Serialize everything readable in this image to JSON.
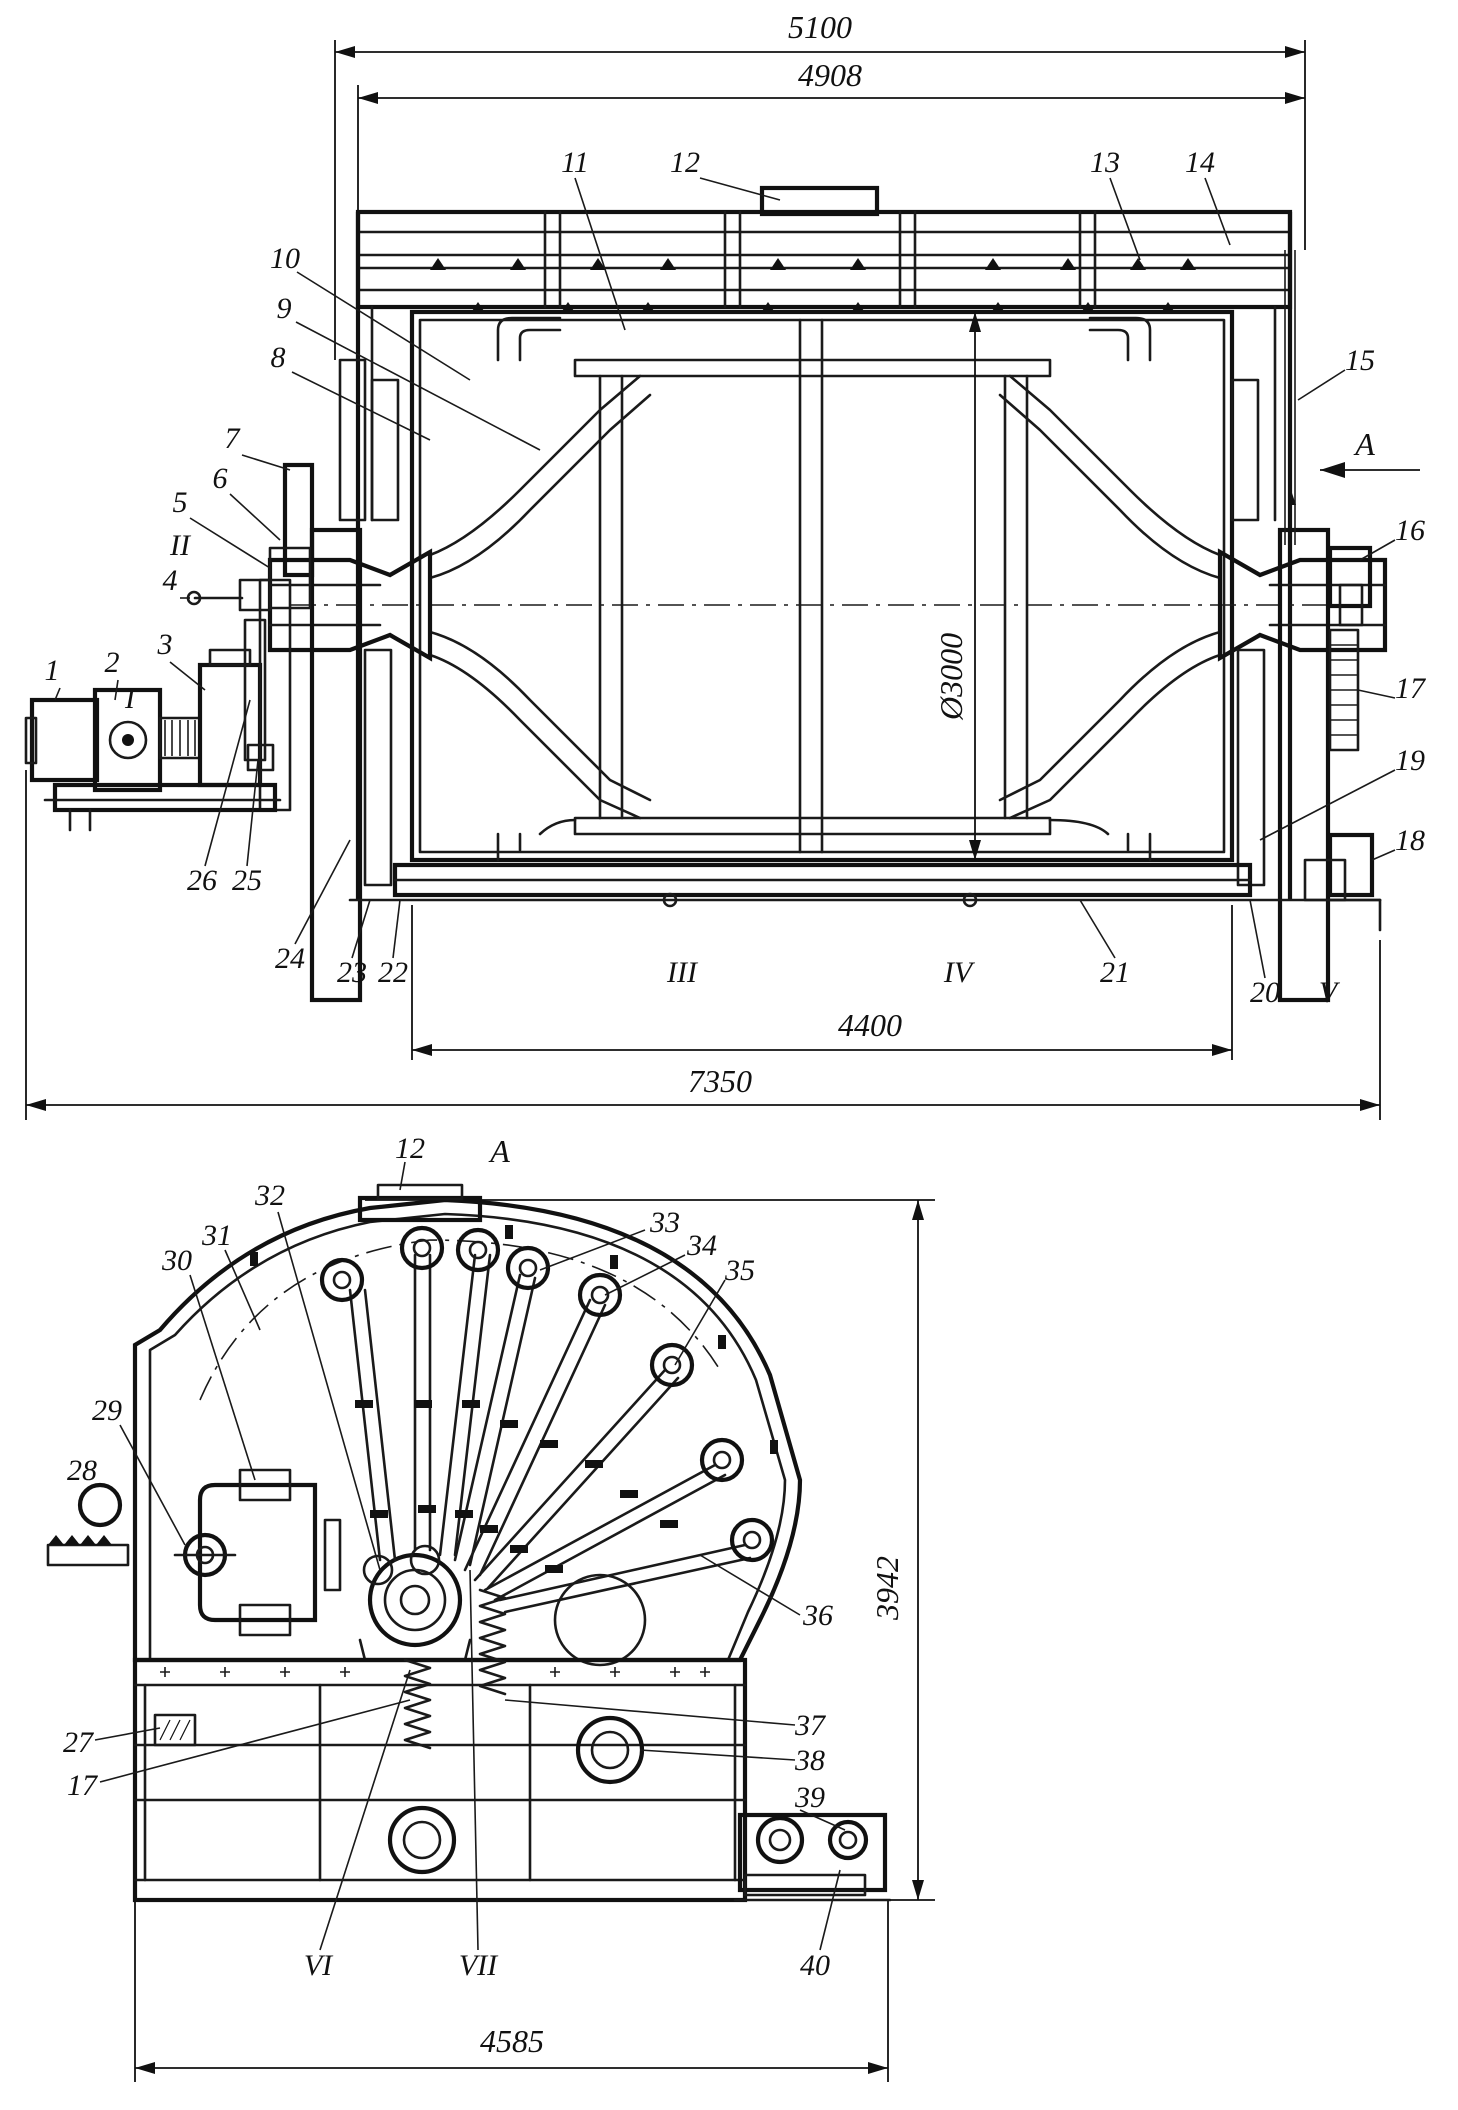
{
  "drawing": {
    "view_marker": "A",
    "top_view": {
      "dimensions": {
        "overall_length": "5100",
        "inner_length": "4908",
        "drum_diameter": "Ø3000",
        "base_length": "4400",
        "total_length": "7350"
      },
      "part_labels": [
        "1",
        "2",
        "3",
        "4",
        "5",
        "6",
        "7",
        "8",
        "9",
        "10",
        "11",
        "12",
        "13",
        "14",
        "15",
        "16",
        "17",
        "18",
        "19",
        "20",
        "21",
        "22",
        "23",
        "24",
        "25",
        "26"
      ],
      "roman_labels": [
        "I",
        "II",
        "III",
        "IV",
        "V"
      ]
    },
    "side_view": {
      "dimensions": {
        "height": "3942",
        "width": "4585"
      },
      "part_labels": [
        "12",
        "17",
        "27",
        "28",
        "29",
        "30",
        "31",
        "32",
        "33",
        "34",
        "35",
        "36",
        "37",
        "38",
        "39",
        "40"
      ],
      "roman_labels": [
        "VI",
        "VII"
      ]
    }
  }
}
